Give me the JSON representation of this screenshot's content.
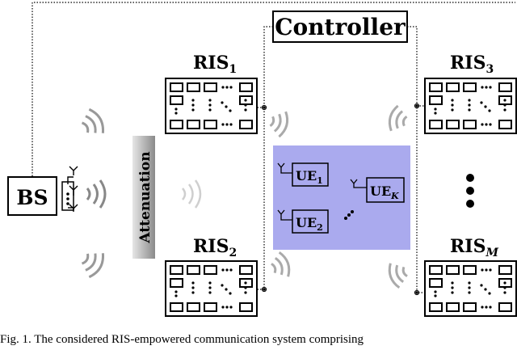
{
  "diagram": {
    "controller_label": "Controller",
    "bs_label": "BS",
    "attenuation_label": "Attenuation",
    "ris": [
      {
        "base": "RIS",
        "sub": "1"
      },
      {
        "base": "RIS",
        "sub": "2"
      },
      {
        "base": "RIS",
        "sub": "3"
      },
      {
        "base": "RIS",
        "sub": "M"
      }
    ],
    "ue": [
      {
        "base": "UE",
        "sub": "1"
      },
      {
        "base": "UE",
        "sub": "2"
      },
      {
        "base": "UE",
        "sub": "K"
      }
    ],
    "caption": "Fig. 1.  The considered RIS-empowered communication system comprising",
    "colors": {
      "ue_region": "#aaaaee",
      "attenuation_gradient_start": "#e6e6e6",
      "attenuation_gradient_end": "#8a8a8a",
      "line": "#000000"
    }
  }
}
